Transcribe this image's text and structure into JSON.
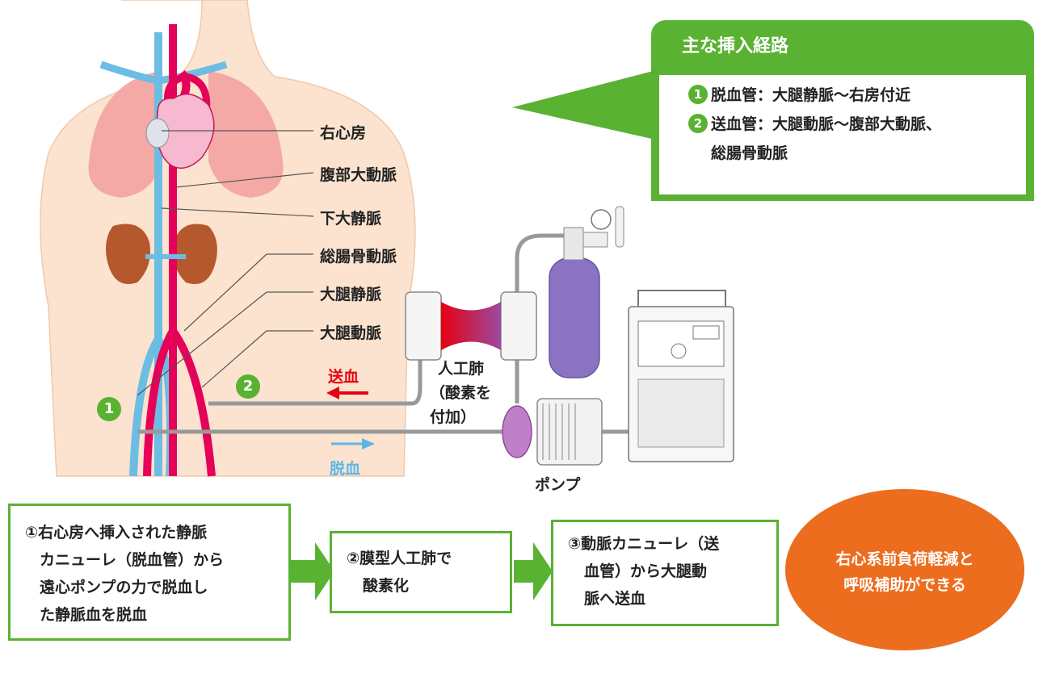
{
  "callout": {
    "title": "主な挿入経路",
    "routes": [
      {
        "num": "1",
        "text": "脱血管：大腿静脈〜右房付近"
      },
      {
        "num": "2",
        "text": "送血管：大腿動脈〜腹部大動脈、",
        "cont": "総腸骨動脈"
      }
    ]
  },
  "anatomy_labels": [
    "右心房",
    "腹部大動脈",
    "下大静脈",
    "総腸骨動脈",
    "大腿静脈",
    "大腿動脈"
  ],
  "flow": {
    "send": "送血",
    "drain": "脱血"
  },
  "oxygenator": {
    "line1": "人工肺",
    "line2": "（酸素を",
    "line3": "付加）"
  },
  "pump_label": "ポンプ",
  "badges": [
    "1",
    "2"
  ],
  "steps": [
    {
      "lines": [
        "①右心房へ挿入された静脈",
        "カニューレ（脱血管）から",
        "遠心ポンプの力で脱血し",
        "た静脈血を脱血"
      ]
    },
    {
      "lines": [
        "②膜型人工肺で",
        "酸素化"
      ]
    },
    {
      "lines": [
        "③動脈カニューレ（送",
        "血管）から大腿動",
        "脈へ送血"
      ]
    }
  ],
  "result": {
    "line1": "右心系前負荷軽減と",
    "line2": "呼吸補助ができる"
  },
  "colors": {
    "green": "#5ab233",
    "orange": "#ec6d1e",
    "artery": "#e5005a",
    "vein": "#6bbde3",
    "send_arrow": "#e60012",
    "drain_arrow": "#5bb6e6"
  }
}
